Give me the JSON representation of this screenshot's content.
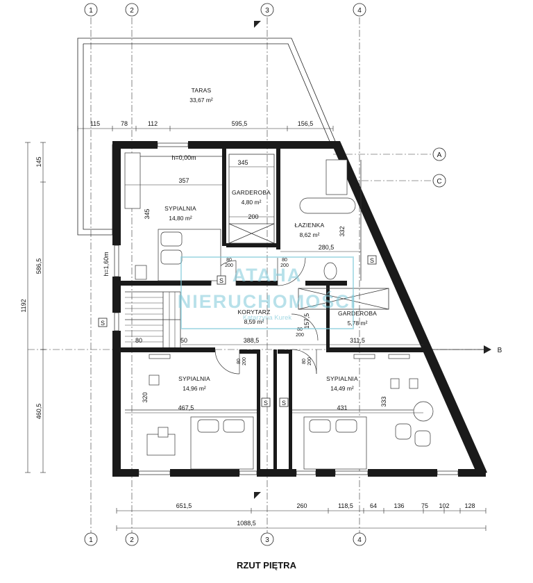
{
  "title": "RZUT PIĘTRA",
  "axes": {
    "columns": [
      "1",
      "2",
      "3",
      "4"
    ],
    "rows": [
      "A",
      "C",
      "B"
    ]
  },
  "rooms": {
    "taras": {
      "name": "TARAS",
      "area": "33,67 m²"
    },
    "sypialnia_nw": {
      "name": "SYPIALNIA",
      "area": "14,80 m²"
    },
    "garderoba_n": {
      "name": "GARDEROBA",
      "area": "4,80 m²"
    },
    "lazienka": {
      "name": "ŁAZIENKA",
      "area": "8,62 m²"
    },
    "korytarz": {
      "name": "KORYTARZ",
      "area": "8,59 m²"
    },
    "garderoba_e": {
      "name": "GARDEROBA",
      "area": "5,78 m²"
    },
    "sypialnia_sw": {
      "name": "SYPIALNIA",
      "area": "14,96 m²"
    },
    "sypialnia_se": {
      "name": "SYPIALNIA",
      "area": "14,49 m²"
    }
  },
  "dims": {
    "top": [
      "115",
      "78",
      "112",
      "595,5",
      "156,5"
    ],
    "bottom": [
      "651,5",
      "260",
      "118,5",
      "64",
      "136",
      "75",
      "102",
      "128"
    ],
    "total_bottom": "1088,5",
    "left": [
      "145",
      "586,5",
      "460,5"
    ],
    "total_left": "1192",
    "inner": {
      "d357": "357",
      "d345a": "345",
      "d345b": "345",
      "d200": "200",
      "d332": "332",
      "d2805": "280,5",
      "d1575": "157,5",
      "d3885": "388,5",
      "d3115": "311,5",
      "d80": "80",
      "d50": "50",
      "d320": "320",
      "d4675": "467,5",
      "d431": "431",
      "d333": "333"
    },
    "heights": {
      "h0": "h=0,00m",
      "h160": "h=1,60m"
    },
    "doors": [
      "80\n200"
    ]
  },
  "doors": {
    "d1": "80",
    "d1b": "200"
  },
  "s_marker": "S",
  "watermark": {
    "line1": "ATAHA",
    "line2": "NIERUCHOMOŚCI",
    "line3": "Katarzyna Kurek"
  }
}
